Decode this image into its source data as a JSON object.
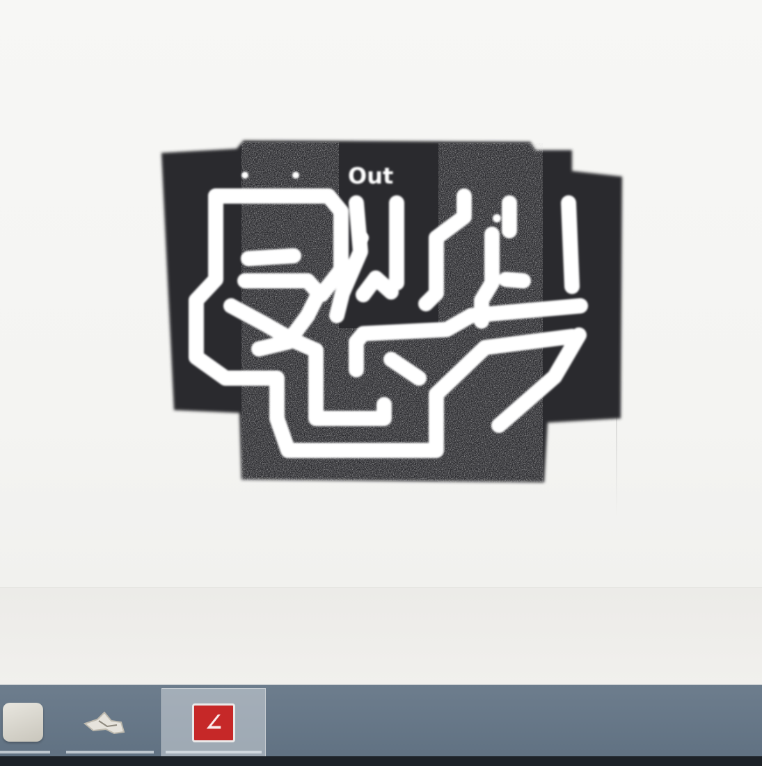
{
  "document": {
    "board_label": "Out"
  },
  "taskbar": {
    "items": [
      {
        "name": "file-explorer",
        "icon": "folder-icon"
      },
      {
        "name": "app",
        "icon": "app-icon"
      },
      {
        "name": "acrobat-reader",
        "icon": "pdf-reader-icon",
        "glyph": "∠",
        "active": true
      }
    ]
  },
  "colors": {
    "taskbar": "#657687",
    "page": "#f4f4f2",
    "pcb_copper_mask": "#2b2b2e",
    "trace": "#ffffff",
    "pdf_red": "#c62828"
  }
}
